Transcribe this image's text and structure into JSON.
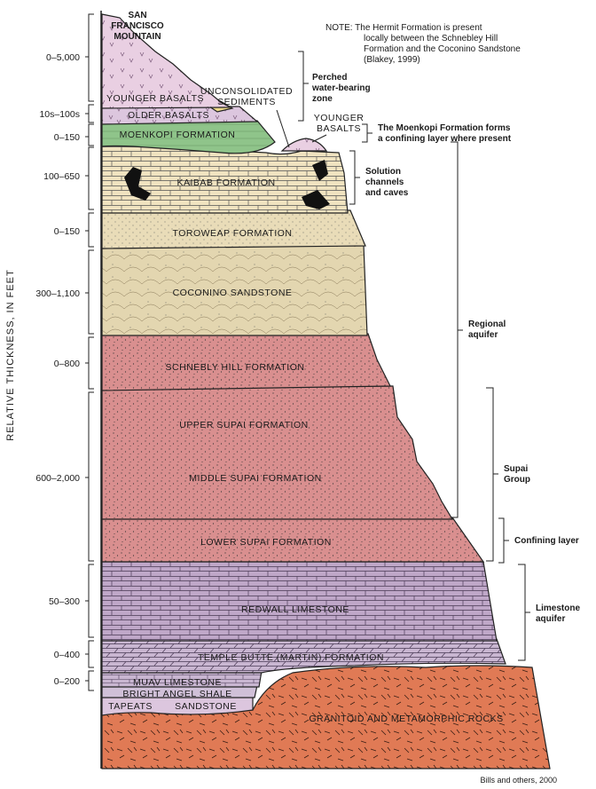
{
  "peak_label": [
    "SAN",
    "FRANCISCO",
    "MOUNTAIN"
  ],
  "note": [
    "NOTE:  The Hermit Formation is present",
    "locally between the Schnebley Hill",
    "Formation and the Coconino Sandstone",
    "(Blakey, 1999)"
  ],
  "axis_label": "RELATIVE THICKNESS, IN FEET",
  "credit": "Bills and others, 2000",
  "formations": {
    "younger_basalts": "YOUNGER BASALTS",
    "unconsolidated_sediments": [
      "UNCONSOLIDATED",
      "SEDIMENTS"
    ],
    "older_basalts": "OLDER BASALTS",
    "moenkopi": "MOENKOPI FORMATION",
    "younger_basalts_right": [
      "YOUNGER",
      "BASALTS"
    ],
    "kaibab": "KAIBAB FORMATION",
    "toroweap": "TOROWEAP FORMATION",
    "coconino": "COCONINO SANDSTONE",
    "schnebly": "SCHNEBLY HILL FORMATION",
    "upper_supai": "UPPER SUPAI FORMATION",
    "middle_supai": "MIDDLE SUPAI FORMATION",
    "lower_supai": "LOWER SUPAI FORMATION",
    "redwall": "REDWALL LIMESTONE",
    "temple_butte": "TEMPLE BUTTE (MARTIN) FORMATION",
    "muav": "MUAV LIMESTONE",
    "bright_angel": "BRIGHT ANGEL SHALE",
    "tapeats_a": "TAPEATS",
    "tapeats_b": "SANDSTONE",
    "granitoid": "GRANITOID AND METAMORPHIC ROCKS"
  },
  "thickness_labels": [
    "0–5,000",
    "10s–100s",
    "0–150",
    "100–650",
    "0–150",
    "300–1,100",
    "0–800",
    "600–2,000",
    "50–300",
    "0–400",
    "0–200"
  ],
  "annotations": {
    "perched": [
      "Perched",
      "water-bearing",
      "zone"
    ],
    "moenkopi_confining": [
      "The Moenkopi Formation forms",
      "a confining layer where present"
    ],
    "solution": [
      "Solution",
      "channels",
      "and caves"
    ],
    "regional": [
      "Regional",
      "aquifer"
    ],
    "supai": [
      "Supai",
      "Group"
    ],
    "confining": "Confining layer",
    "limestone": [
      "Limestone",
      "aquifer"
    ]
  },
  "colors": {
    "volcanic": "#e9cfe2",
    "older_basalt": "#dcc6de",
    "sediment": "#ecd98a",
    "moenkopi": "#8fc48a",
    "kaibab": "#f0e3c0",
    "toroweap": "#e9dcb8",
    "coconino": "#e3d6b0",
    "red_beds": "#d98f8f",
    "redwall": "#bfa7c8",
    "temple_butte": "#c9b6d1",
    "granitoid": "#e07a55",
    "outline": "#222222"
  }
}
